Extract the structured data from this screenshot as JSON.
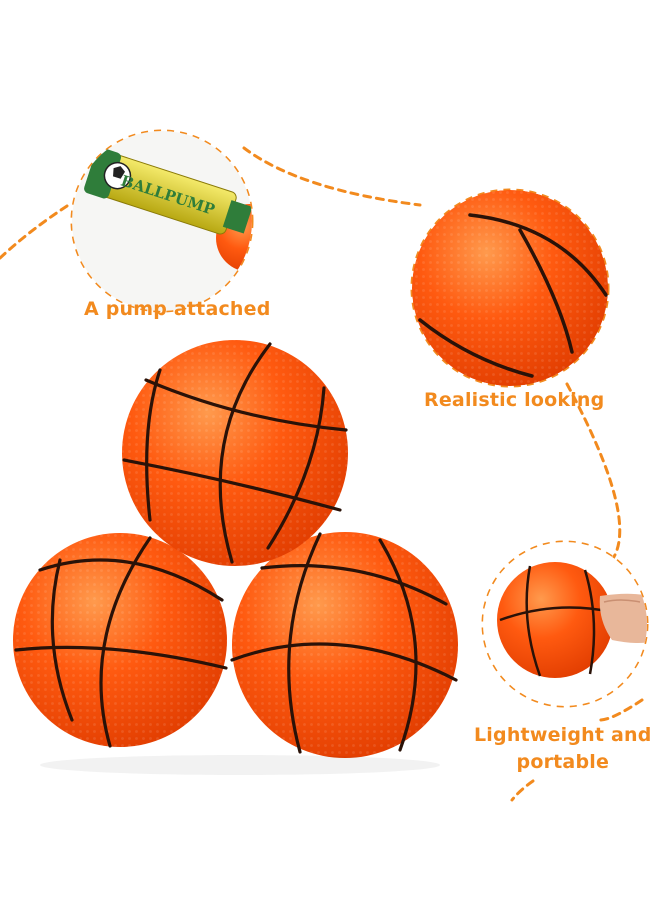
{
  "features": {
    "pump": "A pump attached",
    "realistic": "Realistic looking",
    "lightweight_line1": "Lightweight and",
    "lightweight_line2": "portable"
  },
  "pump_text": "BALLPUMP",
  "colors": {
    "accent": "#f28a1e",
    "ball": "#ff4f0a",
    "ball_light": "#ff8a3a",
    "seam": "#2a1208",
    "pump_body": "#d4c41e",
    "pump_tip": "#2f7d3a"
  }
}
